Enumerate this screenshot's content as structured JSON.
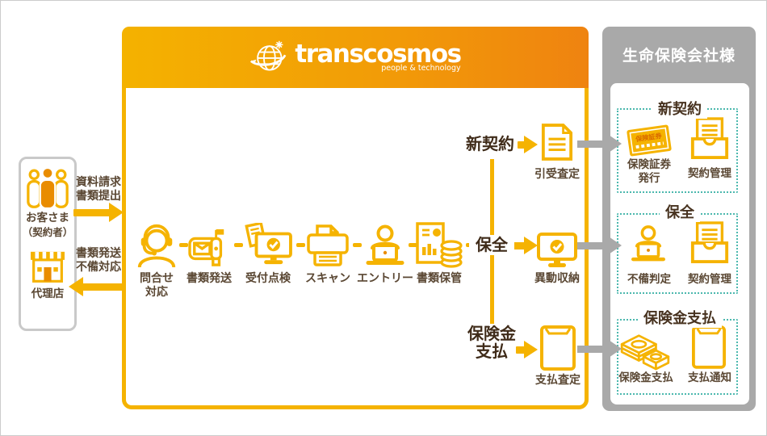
{
  "colors": {
    "gold": "#F5B301",
    "orange_gradient_end": "#EF8310",
    "dark_orange": "#E98C00",
    "text_brown": "#5A4733",
    "text_dark": "#3F2B19",
    "gray": "#A9A9A9",
    "teal_dashed": "#4CB8AE"
  },
  "header": {
    "brand": "transcosmos",
    "tagline": "people & technology"
  },
  "left_panel": {
    "customer_label": "お客さま",
    "customer_sublabel": "（契約者）",
    "agency_label": "代理店",
    "request_line1": "資料請求",
    "request_line2": "書類提出",
    "return_line1": "書類発送",
    "return_line2": "不備対応"
  },
  "flow": {
    "steps": [
      {
        "icon": "headset-operator-icon",
        "line1": "問合せ",
        "line2": "対応"
      },
      {
        "icon": "mailbox-icon",
        "line1": "書類発送"
      },
      {
        "icon": "document-monitor-check-icon",
        "line1": "受付点検"
      },
      {
        "icon": "scanner-icon",
        "line1": "スキャン"
      },
      {
        "icon": "person-laptop-icon",
        "line1": "エントリー"
      },
      {
        "icon": "document-database-icon",
        "line1": "書類保管"
      }
    ]
  },
  "branches": {
    "new_contract_label": "新契約",
    "new_contract_step": "引受査定",
    "preservation_label": "保全",
    "preservation_step": "異動収納",
    "claim_label_line1": "保険金",
    "claim_label_line2": "支払",
    "claim_step": "支払査定"
  },
  "insurer": {
    "title": "生命保険会社様",
    "certificate_stamp": "保険証券",
    "sections": [
      {
        "title": "新契約",
        "items": [
          {
            "icon": "policy-certificate-icon",
            "line1": "保険証券",
            "line2": "発行"
          },
          {
            "icon": "contract-tray-icon",
            "line1": "契約管理"
          }
        ]
      },
      {
        "title": "保全",
        "items": [
          {
            "icon": "person-laptop-icon",
            "line1": "不備判定"
          },
          {
            "icon": "contract-tray-icon",
            "line1": "契約管理"
          }
        ]
      },
      {
        "title": "保険金支払",
        "items": [
          {
            "icon": "money-stack-icon",
            "line1": "保険金支払"
          },
          {
            "icon": "payment-envelope-icon",
            "line1": "支払通知"
          }
        ]
      }
    ]
  }
}
